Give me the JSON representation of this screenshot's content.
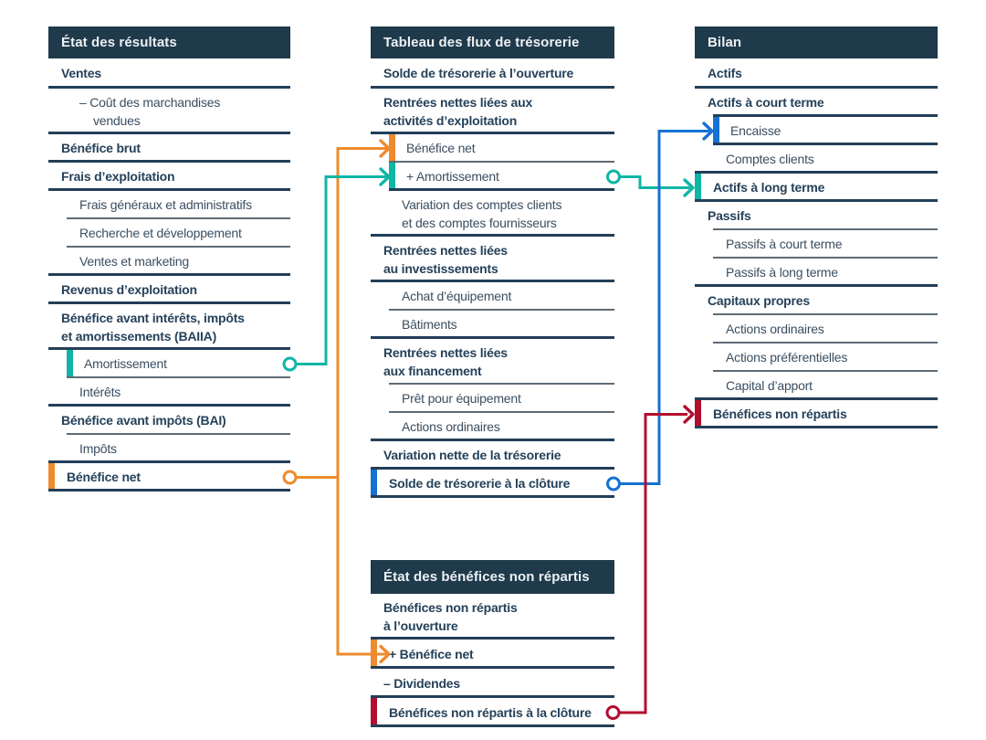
{
  "colors": {
    "header_bg": "#1f3a4b",
    "header_text": "#edf1f4",
    "text_bold": "#25415a",
    "text_regular": "#3a4e60",
    "separator_dark": "#223f58",
    "separator_light": "#5d6c78",
    "accent_orange": "#ee8b2e",
    "accent_teal": "#10b5a6",
    "accent_blue": "#1571d3",
    "accent_crimson": "#b30e2f"
  },
  "panels": [
    {
      "id": "income-statement",
      "title": "État des résultats",
      "rows": [
        {
          "label": "Ventes",
          "bold": true,
          "indent": false,
          "sep": "dark-full"
        },
        {
          "label": "– Coût des marchandises\nvendues",
          "bold": false,
          "indent": true,
          "hang": true,
          "sep": "dark-full"
        },
        {
          "label": "Bénéfice brut",
          "bold": true,
          "indent": false,
          "sep": "dark-full"
        },
        {
          "label": "Frais d’exploitation",
          "bold": true,
          "indent": false,
          "sep": "dark-full"
        },
        {
          "label": "Frais généraux et administratifs",
          "bold": false,
          "indent": true,
          "sep": "light-indent"
        },
        {
          "label": "Recherche et développement",
          "bold": false,
          "indent": true,
          "sep": "light-indent"
        },
        {
          "label": "Ventes et marketing",
          "bold": false,
          "indent": true,
          "sep": "dark-full"
        },
        {
          "label": "Revenus d’exploitation",
          "bold": true,
          "indent": false,
          "sep": "dark-full"
        },
        {
          "label": "Bénéfice avant intérêts, impôts\net amortissements (BAIIA)",
          "bold": true,
          "indent": false,
          "sep": "dark-full"
        },
        {
          "label": "Amortissement",
          "bold": false,
          "indent": true,
          "bar": "teal",
          "sep": "light-indent"
        },
        {
          "label": "Intérêts",
          "bold": false,
          "indent": true,
          "sep": "dark-full"
        },
        {
          "label": "Bénéfice avant impôts (BAI)",
          "bold": true,
          "indent": false,
          "sep": "light-indent"
        },
        {
          "label": "Impôts",
          "bold": false,
          "indent": true,
          "sep": "dark-full"
        },
        {
          "label": "Bénéfice net",
          "bold": true,
          "indent": false,
          "bar": "orange",
          "sep": "dark-full"
        }
      ]
    },
    {
      "id": "cash-flow-statement",
      "title": "Tableau des flux de trésorerie",
      "rows": [
        {
          "label": "Solde de trésorerie à l’ouverture",
          "bold": true,
          "indent": false,
          "sep": "dark-full"
        },
        {
          "label": "Rentrées nettes liées aux\nactivités d’exploitation",
          "bold": true,
          "indent": false,
          "sep": "dark-full"
        },
        {
          "label": "Bénéfice net",
          "bold": false,
          "indent": true,
          "bar": "orange",
          "sep": "light-indent"
        },
        {
          "label": "+ Amortissement",
          "bold": false,
          "indent": true,
          "bar": "teal",
          "sep": "dark-indent"
        },
        {
          "label": "Variation des comptes clients\net des comptes fournisseurs",
          "bold": false,
          "indent": true,
          "sep": "dark-full"
        },
        {
          "label": "Rentrées nettes liées\nau investissements",
          "bold": true,
          "indent": false,
          "sep": "dark-full"
        },
        {
          "label": "Achat d’équipement",
          "bold": false,
          "indent": true,
          "sep": "light-indent"
        },
        {
          "label": "Bâtiments",
          "bold": false,
          "indent": true,
          "sep": "dark-full"
        },
        {
          "label": "Rentrées nettes liées\naux financement",
          "bold": true,
          "indent": false,
          "sep": "light-indent"
        },
        {
          "label": "Prêt pour équipement",
          "bold": false,
          "indent": true,
          "sep": "light-indent"
        },
        {
          "label": "Actions ordinaires",
          "bold": false,
          "indent": true,
          "sep": "dark-full"
        },
        {
          "label": "Variation nette de la trésorerie",
          "bold": true,
          "indent": false,
          "sep": "dark-full"
        },
        {
          "label": "Solde de trésorerie à la clôture",
          "bold": true,
          "indent": false,
          "bar": "blue",
          "sep": "dark-full"
        }
      ]
    },
    {
      "id": "retained-earnings-statement",
      "title": "État des bénéfices non répartis",
      "rows": [
        {
          "label": "Bénéfices non répartis\nà l’ouverture",
          "bold": true,
          "indent": false,
          "sep": "dark-full"
        },
        {
          "label": "+ Bénéfice net",
          "bold": true,
          "indent": false,
          "bar": "orange",
          "sep": "dark-full"
        },
        {
          "label": "– Dividendes",
          "bold": true,
          "indent": false,
          "sep": "dark-full"
        },
        {
          "label": "Bénéfices non répartis à la clôture",
          "bold": true,
          "indent": false,
          "bar": "crimson",
          "sep": "dark-full"
        }
      ]
    },
    {
      "id": "balance-sheet",
      "title": "Bilan",
      "rows": [
        {
          "label": "Actifs",
          "bold": true,
          "indent": false,
          "sep": "dark-full"
        },
        {
          "label": "Actifs à court terme",
          "bold": true,
          "indent": false,
          "sep": "dark-indent"
        },
        {
          "label": "Encaisse",
          "bold": false,
          "indent": true,
          "bar": "blue",
          "sep": "dark-indent"
        },
        {
          "label": "Comptes clients",
          "bold": false,
          "indent": true,
          "sep": "dark-full"
        },
        {
          "label": "Actifs à long terme",
          "bold": true,
          "indent": false,
          "bar": "teal",
          "sep": "dark-full"
        },
        {
          "label": "Passifs",
          "bold": true,
          "indent": false,
          "sep": "light-indent"
        },
        {
          "label": "Passifs à court terme",
          "bold": false,
          "indent": true,
          "sep": "light-indent"
        },
        {
          "label": "Passifs à long terme",
          "bold": false,
          "indent": true,
          "sep": "dark-full"
        },
        {
          "label": "Capitaux propres",
          "bold": true,
          "indent": false,
          "sep": "light-indent"
        },
        {
          "label": "Actions ordinaires",
          "bold": false,
          "indent": true,
          "sep": "light-indent"
        },
        {
          "label": "Actions préférentielles",
          "bold": false,
          "indent": true,
          "sep": "light-indent"
        },
        {
          "label": "Capital d’apport",
          "bold": false,
          "indent": true,
          "sep": "dark-full"
        },
        {
          "label": "Bénéfices non répartis",
          "bold": true,
          "indent": false,
          "bar": "crimson",
          "sep": "dark-full"
        }
      ]
    }
  ],
  "connectors": [
    {
      "color": "orange",
      "from": "État des résultats · Bénéfice net",
      "to": [
        "Tableau des flux de trésorerie · Bénéfice net",
        "État des bénéfices non répartis · + Bénéfice net"
      ]
    },
    {
      "color": "teal",
      "from": "État des résultats · Amortissement",
      "to": [
        "Tableau des flux de trésorerie · + Amortissement"
      ]
    },
    {
      "color": "teal",
      "from": "Tableau des flux de trésorerie · + Amortissement",
      "to": [
        "Bilan · Actifs à long terme"
      ]
    },
    {
      "color": "blue",
      "from": "Tableau des flux de trésorerie · Solde de trésorerie à la clôture",
      "to": [
        "Bilan · Encaisse"
      ]
    },
    {
      "color": "crimson",
      "from": "État des bénéfices non répartis · Bénéfices non répartis à la clôture",
      "to": [
        "Bilan · Bénéfices non répartis"
      ]
    }
  ]
}
